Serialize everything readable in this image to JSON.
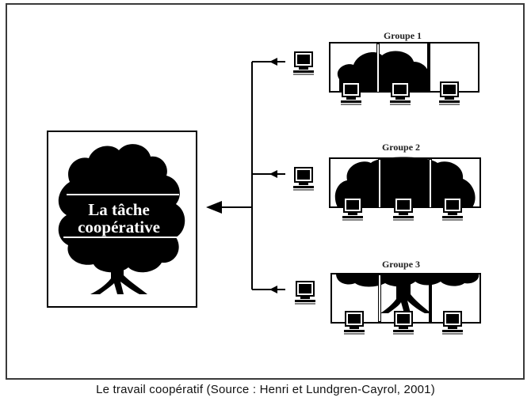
{
  "task": {
    "line1": "La tâche",
    "line2": "coopérative"
  },
  "groups": [
    {
      "label": "Groupe 1",
      "tree_state": "tree canopy split across three panels"
    },
    {
      "label": "Groupe 2",
      "tree_state": "dense canopy across three panels"
    },
    {
      "label": "Groupe 3",
      "tree_state": "canopy top and trunk across three panels"
    }
  ],
  "caption": "Le travail coopératif (Source : Henri et Lundgren-Cayrol, 2001)",
  "colors": {
    "ink": "#000000",
    "paper": "#ffffff",
    "frame": "#3a3a3a"
  },
  "icons": [
    "computer-icon",
    "tree-icon",
    "arrow-left-icon"
  ]
}
